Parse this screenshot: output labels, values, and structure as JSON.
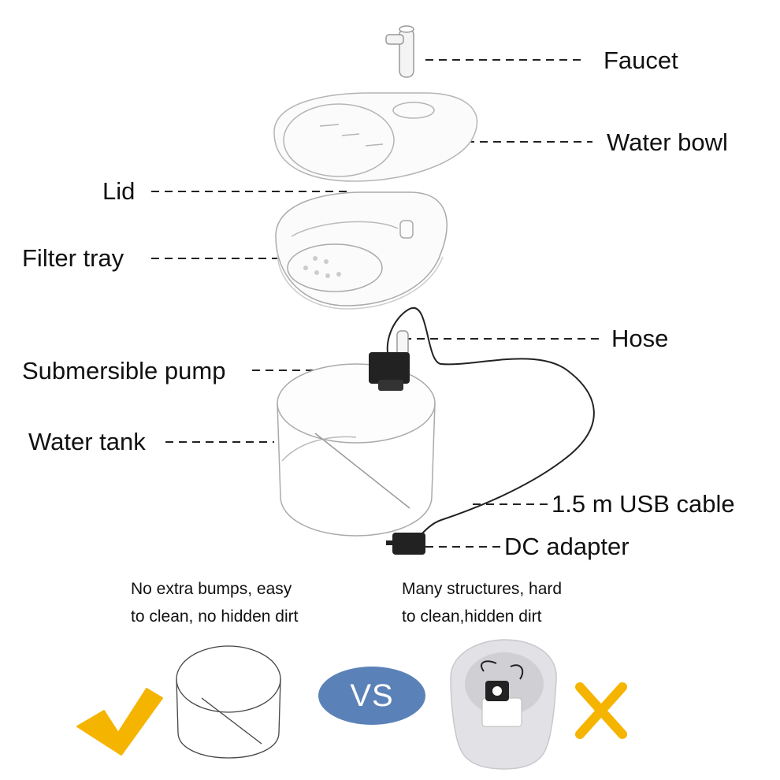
{
  "labels": {
    "faucet": "Faucet",
    "water_bowl": "Water bowl",
    "lid": "Lid",
    "filter_tray": "Filter tray",
    "hose": "Hose",
    "submersible_pump": "Submersible pump",
    "water_tank": "Water tank",
    "usb_cable": "1.5 m USB cable",
    "dc_adapter": "DC adapter"
  },
  "comparison": {
    "good_line1": "No extra bumps, easy",
    "good_line2": "to clean, no hidden dirt",
    "bad_line1": "Many structures, hard",
    "bad_line2": "to clean,hidden dirt",
    "vs": "VS"
  },
  "colors": {
    "check": "#f5b400",
    "cross": "#f5b400",
    "vs_badge": "#5b82b8",
    "pump": "#222222"
  },
  "icons": [
    "check-icon",
    "cross-icon"
  ]
}
